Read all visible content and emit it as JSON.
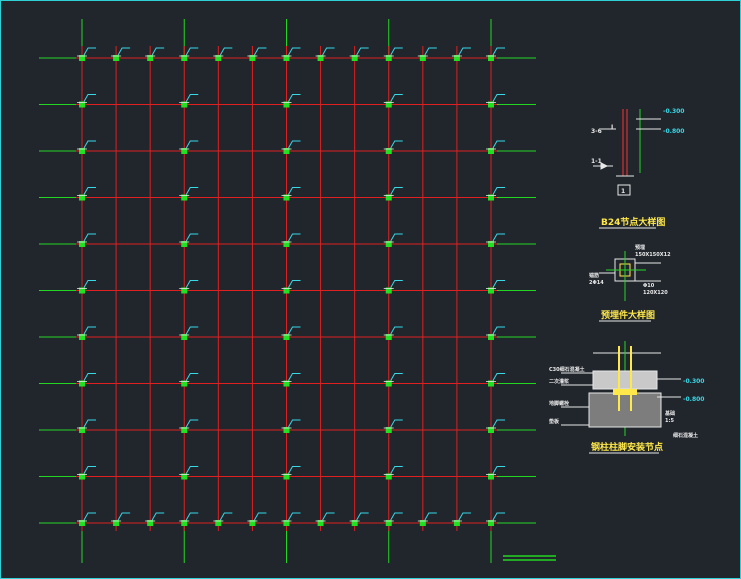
{
  "drawing": {
    "grid": {
      "columns": 13,
      "rows": 11,
      "line_color": "#e02020",
      "axis_color": "#22d622",
      "column_marker_color": "#22e022",
      "tick_color": "#38d8e6"
    },
    "details": [
      {
        "title": "B24节点大样图",
        "annotations": [
          "-0.300",
          "-0.800",
          "3-6",
          "I",
          "1-1",
          "1"
        ]
      },
      {
        "title": "预埋件大样图",
        "annotations": [
          "预埋",
          "150X150X12",
          "锚筋",
          "2Φ14",
          "Φ10",
          "120X120"
        ]
      },
      {
        "title": "钢柱柱脚安装节点",
        "annotations": [
          "C30细石混凝土",
          "二次灌浆",
          "地脚螺栓",
          "垫板",
          "-0.300",
          "-0.800",
          "基础",
          "1:5",
          "细石混凝土"
        ]
      }
    ],
    "scale_bar_color": "#22d622"
  }
}
